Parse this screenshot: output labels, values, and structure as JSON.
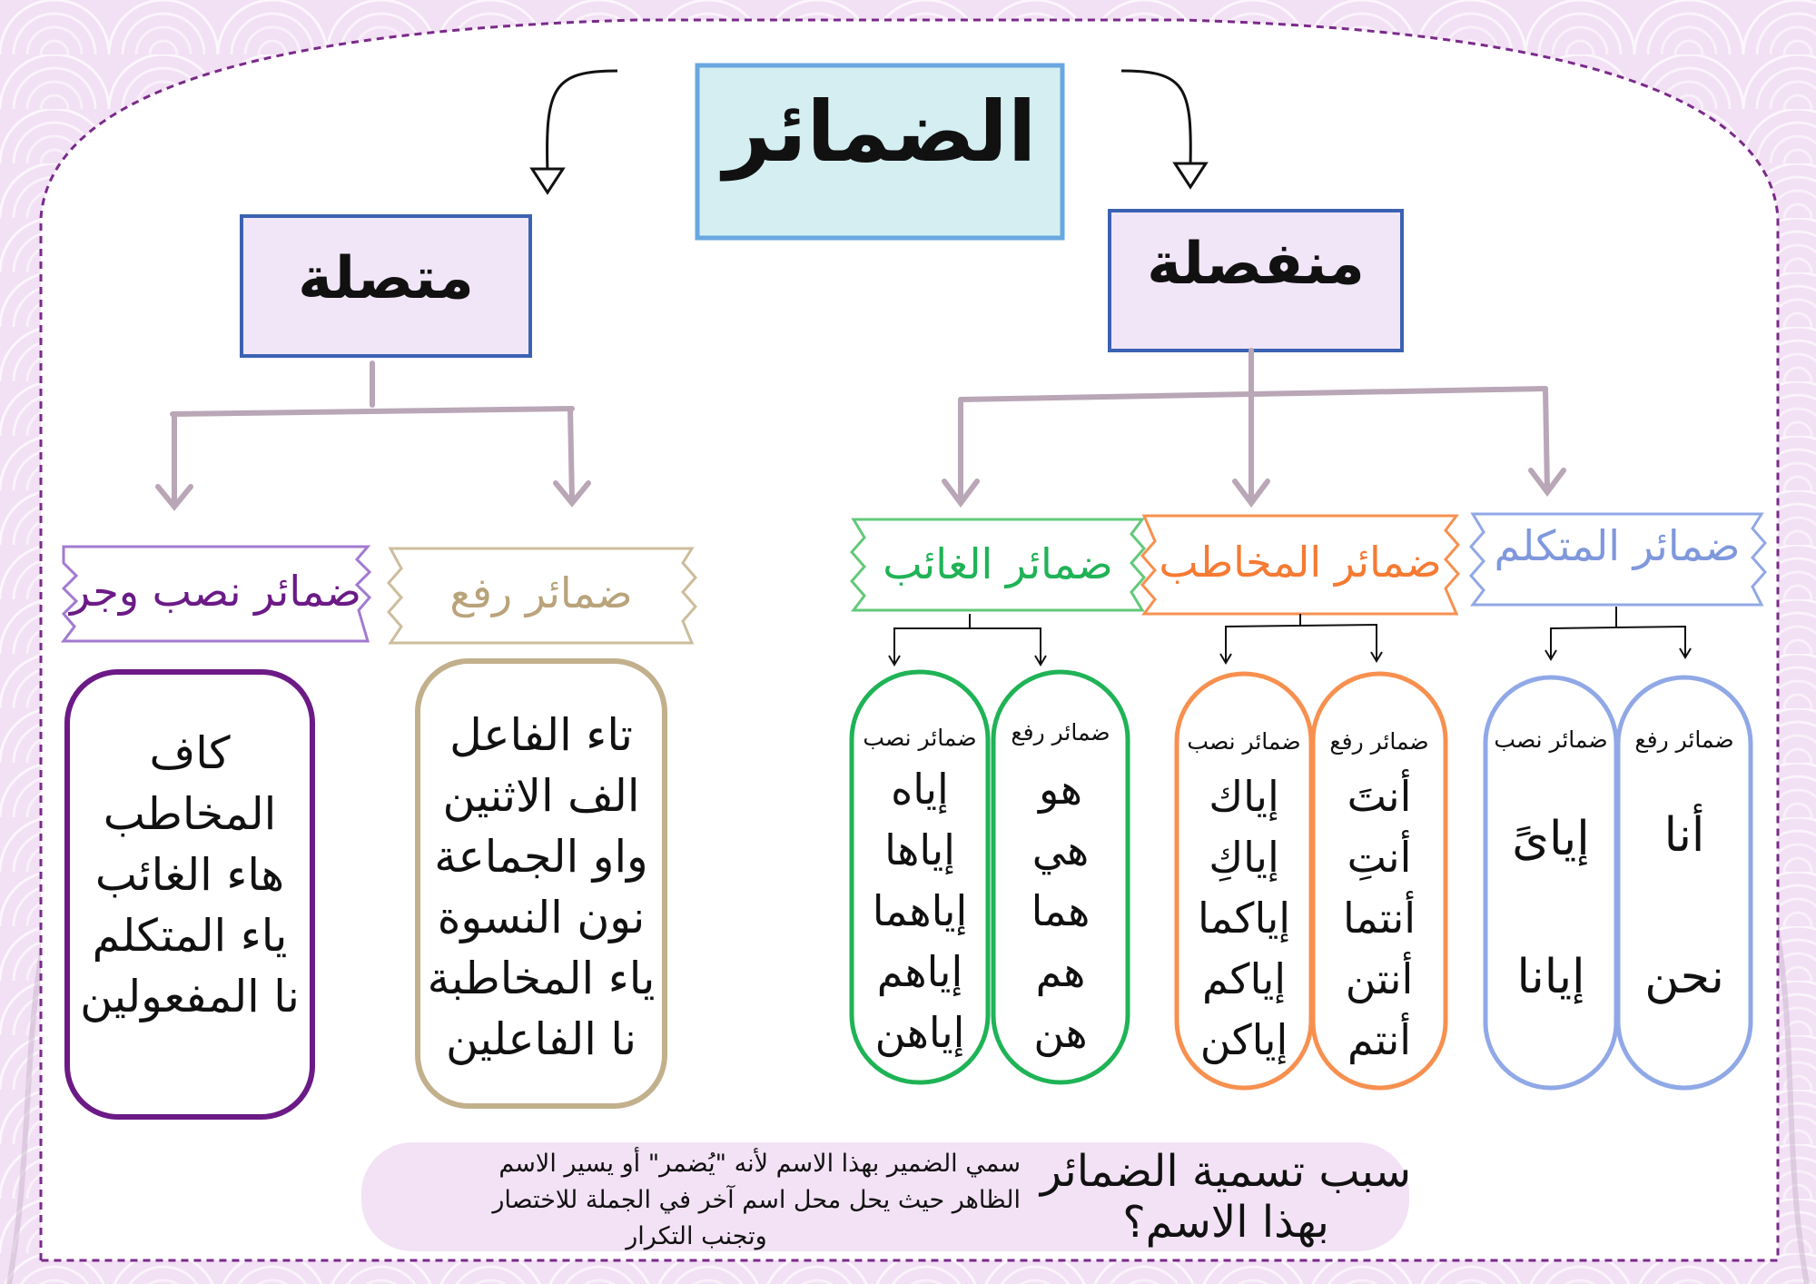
{
  "title": "الضمائر",
  "branches": {
    "separate": "منفصلة",
    "attached": "متصلة"
  },
  "attached": {
    "raf_label": "ضمائر رفع",
    "nasb_label": "ضمائر نصب وجر",
    "raf_items": [
      "تاء الفاعل",
      "الف الاثنين",
      "واو الجماعة",
      "نون النسوة",
      "ياء المخاطبة",
      "نا الفاعلين"
    ],
    "nasb_items": [
      "كاف",
      "المخاطب",
      "هاء الغائب",
      "ياء المتكلم",
      "نا المفعولين"
    ]
  },
  "separate": {
    "speaker": {
      "label": "ضمائر المتكلم",
      "raf_label": "ضمائر رفع",
      "nasb_label": "ضمائر نصب",
      "raf": [
        "أنا",
        "نحن"
      ],
      "nasb": [
        "إياىً",
        "إيانا"
      ]
    },
    "addressee": {
      "label": "ضمائر المخاطب",
      "raf_label": "ضمائر رفع",
      "nasb_label": "ضمائر نصب",
      "raf": [
        "أنتَ",
        "أنتِ",
        "أنتما",
        "أنتن",
        "أنتم"
      ],
      "nasb": [
        "إياك",
        "إياكِ",
        "إياكما",
        "إياكم",
        "إياكن"
      ]
    },
    "absent": {
      "label": "ضمائر الغائب",
      "raf_label": "ضمائر رفع",
      "nasb_label": "ضمائر نصب",
      "raf": [
        "هو",
        "هي",
        "هما",
        "هم",
        "هن"
      ],
      "nasb": [
        "إياه",
        "إياها",
        "إياهما",
        "إياهم",
        "إياهن"
      ]
    }
  },
  "reason": {
    "question_line1": "سبب تسمية الضمائر",
    "question_line2": "بهذا الاسم؟",
    "line1": "سمي الضمير بهذا الاسم لأنه \"يُضمر\" أو يسير الاسم",
    "line2": "الظاهر حيث يحل محل اسم آخر في الجملة للاختصار",
    "line3": "وتجنب التكرار"
  },
  "colors": {
    "green": "#1fb356",
    "orange": "#f7904f",
    "blue": "#90a8e6",
    "purple": "#6b1a86",
    "tan": "#c2b08c",
    "connector": "#b9a6b6"
  }
}
